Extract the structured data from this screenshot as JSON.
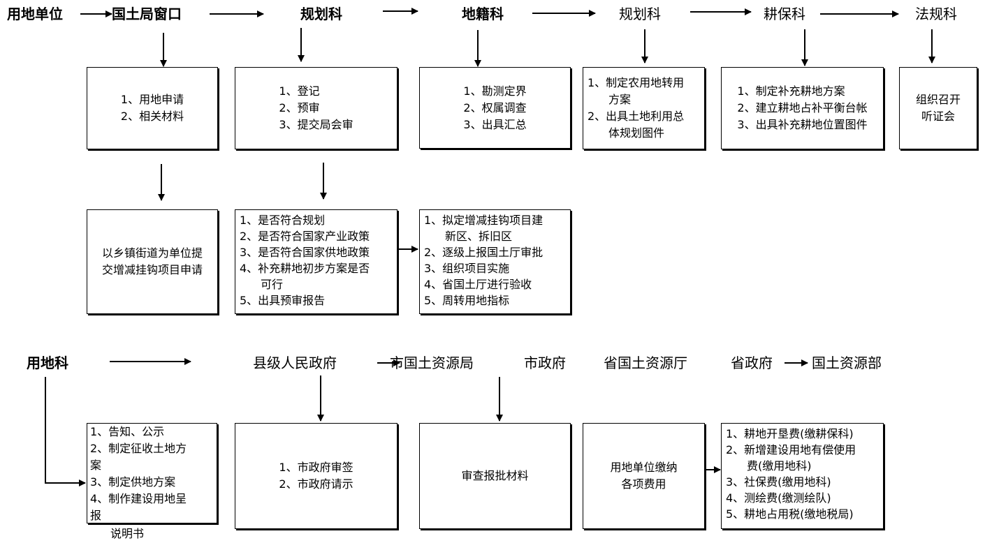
{
  "row1": {
    "stages": [
      "用地单位",
      "国土局窗口",
      "规划科",
      "地籍科",
      "规划科",
      "耕保科",
      "法规科"
    ]
  },
  "box_window": {
    "lines": [
      "1、用地申请",
      "2、相关材料"
    ]
  },
  "box_planning": {
    "lines": [
      "1、登记",
      "2、预审",
      "3、提交局会审"
    ]
  },
  "box_cadastral": {
    "lines": [
      "1、勘测定界",
      "2、权属调查",
      "3、出具汇总"
    ]
  },
  "box_planning2": {
    "items": [
      {
        "first": "1、制定农用地转用",
        "cont": "方案"
      },
      {
        "first": "2、出具土地利用总",
        "cont": "体规划图件"
      }
    ]
  },
  "box_farmland": {
    "lines": [
      "1、制定补充耕地方案",
      "2、建立耕地占补平衡台帐",
      "3、出具补充耕地位置图件"
    ]
  },
  "box_legal": {
    "lines": [
      "组织召开",
      "听证会"
    ]
  },
  "box_township": {
    "lines": [
      "以乡镇街道为单位提",
      "交增减挂钩项目申请"
    ]
  },
  "box_compliance": {
    "items": [
      {
        "first": "1、是否符合规划"
      },
      {
        "first": "2、是否符合国家产业政策"
      },
      {
        "first": "3、是否符合国家供地政策"
      },
      {
        "first": "4、补充耕地初步方案是否",
        "cont": "可行"
      },
      {
        "first": "5、出具预审报告"
      }
    ]
  },
  "box_linkage": {
    "items": [
      {
        "first": "1、拟定增减挂钩项目建",
        "cont": "新区、拆旧区"
      },
      {
        "first": "2、逐级上报国土厅审批"
      },
      {
        "first": "3、组织项目实施"
      },
      {
        "first": "4、省国土厅进行验收"
      },
      {
        "first": "5、周转用地指标"
      }
    ]
  },
  "row2": {
    "landuse": "用地科",
    "county": "县级人民政府",
    "city_bureau": "市国土资源局",
    "city_gov": "市政府",
    "prov_dept": "省国土资源厅",
    "prov_gov": "省政府",
    "ministry": "国土资源部"
  },
  "box_notice": {
    "lines": [
      "1、告知、公示",
      "2、制定征收土地方",
      "案",
      "3、制定供地方案",
      "4、制作建设用地呈",
      "报"
    ],
    "overflow": "说明书"
  },
  "box_citygov": {
    "lines": [
      "1、市政府审签",
      "2、市政府请示"
    ]
  },
  "box_review": {
    "lines": [
      "审查报批材料"
    ]
  },
  "box_fees": {
    "lines": [
      "用地单位缴纳",
      "各项费用"
    ]
  },
  "box_feelist": {
    "items": [
      {
        "first": "1、耕地开垦费(缴耕保科)"
      },
      {
        "first": "2、新增建设用地有偿使用",
        "cont": "费(缴用地科)"
      },
      {
        "first": "3、社保费(缴用地科)"
      },
      {
        "first": "4、测绘费(缴测绘队)"
      },
      {
        "first": "5、耕地占用税(缴地税局)"
      }
    ]
  }
}
